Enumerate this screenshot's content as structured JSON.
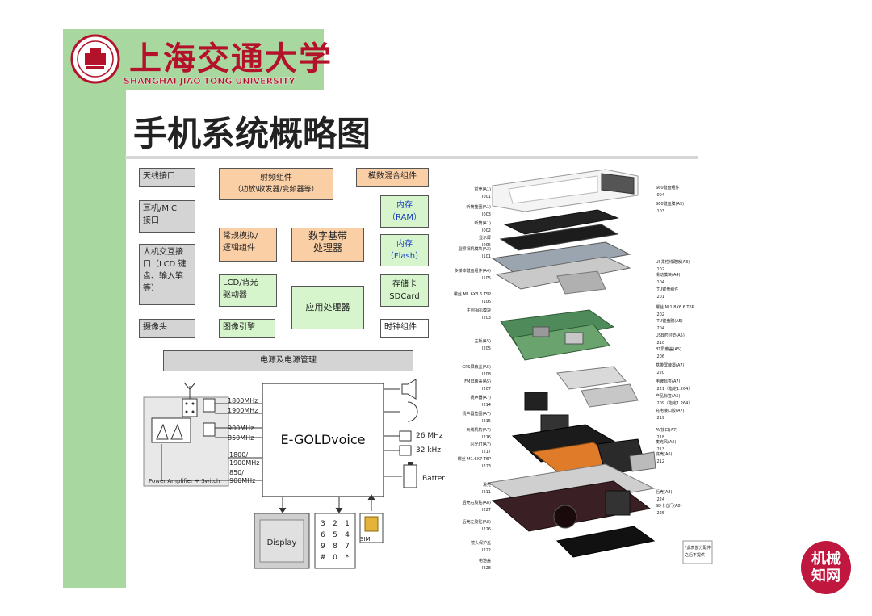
{
  "header": {
    "university_cn": "上海交通大学",
    "university_en": "SHANGHAI JIAO TONG UNIVERSITY"
  },
  "title": "手机系统概略图",
  "blocks": {
    "antenna": "天线接口",
    "rf_line1": "射频组件",
    "rf_line2": "（功放\\收发器/变频器等）",
    "mixed": "模数混合组件",
    "earphone": "耳机/MIC\n接口",
    "ram_line1": "内存",
    "ram_line2": "（RAM）",
    "hmi": "人机交互接\n口（LCD 键\n盘、输入笔\n等）",
    "logic": "常规模拟/\n逻辑组件",
    "baseband": "数字基带\n处理器",
    "flash_line1": "内存",
    "flash_line2": "（Flash）",
    "lcd": "LCD/背光\n驱动器",
    "app": "应用处理器",
    "sd_line1": "存储卡",
    "sd_line2": "SDCard",
    "camera": "摄像头",
    "image_engine": "图像引擎",
    "clock": "时钟组件",
    "power": "电源及电源管理"
  },
  "circuit": {
    "chip": "E-GOLDvoice",
    "pa_label": "Power Amplifier + Switch",
    "bands": [
      "1800MHz",
      "1900MHz",
      "900MHz",
      "850MHz",
      "1800/",
      "1900MHz",
      "850/",
      "900MHz"
    ],
    "xtal1": "26 MHz",
    "xtal2": "32 kHz",
    "battery": "Batter",
    "display": "Display",
    "keys": [
      "3",
      "2",
      "1",
      "6",
      "5",
      "4",
      "9",
      "8",
      "7",
      "#",
      "0",
      "*"
    ],
    "sim": "SIM"
  },
  "exploded_labels": [
    "前壳(A1)",
    "I001",
    "听筒垫圈(A1)",
    "I003",
    "听筒(A1)",
    "I002",
    "显示屏",
    "I005",
    "副照相机模块(A3)",
    "I101",
    "多媒体键盘组件(A4)",
    "I105",
    "螺丝 M1.6X3.6 TSP",
    "I106",
    "主照相机模块",
    "I203",
    "主板(A5)",
    "I205",
    "GPS屏蔽盖(A5)",
    "I208",
    "FM屏蔽盖(A5)",
    "I207",
    "扬声器(A7)",
    "I214",
    "扬声器垫圈(A7)",
    "I215",
    "天线机构(A7)",
    "I216",
    "闪光灯(A7)",
    "I217",
    "螺丝 M1.6X7 T6P",
    "I223",
    "滑壳",
    "I211",
    "后壳右胶贴(A8)",
    "I227",
    "后壳左胶贴(A8)",
    "I226",
    "镜头保护盖",
    "I222",
    "电池盖",
    "I228",
    "S60键盘组件",
    "I004",
    "S60键盘膜(A3)",
    "I103",
    "UI 柔性线路板(A3)",
    "I102",
    "滑动模块(A4)",
    "I104",
    "ITU键盘组件",
    "I201",
    "螺丝 M 1.8X6.6 T6P",
    "I202",
    "ITU键盘膜(A5)",
    "I204",
    "USB密封垫(A5)",
    "I210",
    "BT屏蔽盖(A5)",
    "I206",
    "基带屏蔽罩(A7)",
    "I220",
    "电镀标签(A7)",
    "I221（指定1.264）",
    "产品标签(A5)",
    "I209（指定1.264）",
    "充电接口胶(A7)",
    "I219",
    "AV接口(A7)",
    "I218",
    "麦克风(A6)",
    "I213",
    "底壳(A6)",
    "I212",
    "后壳(A8)",
    "I224",
    "SD卡仓门(A8)",
    "I225",
    "*此表部分配件",
    "之后不提供"
  ],
  "watermark": {
    "line1": "机械",
    "line2": "知网"
  }
}
